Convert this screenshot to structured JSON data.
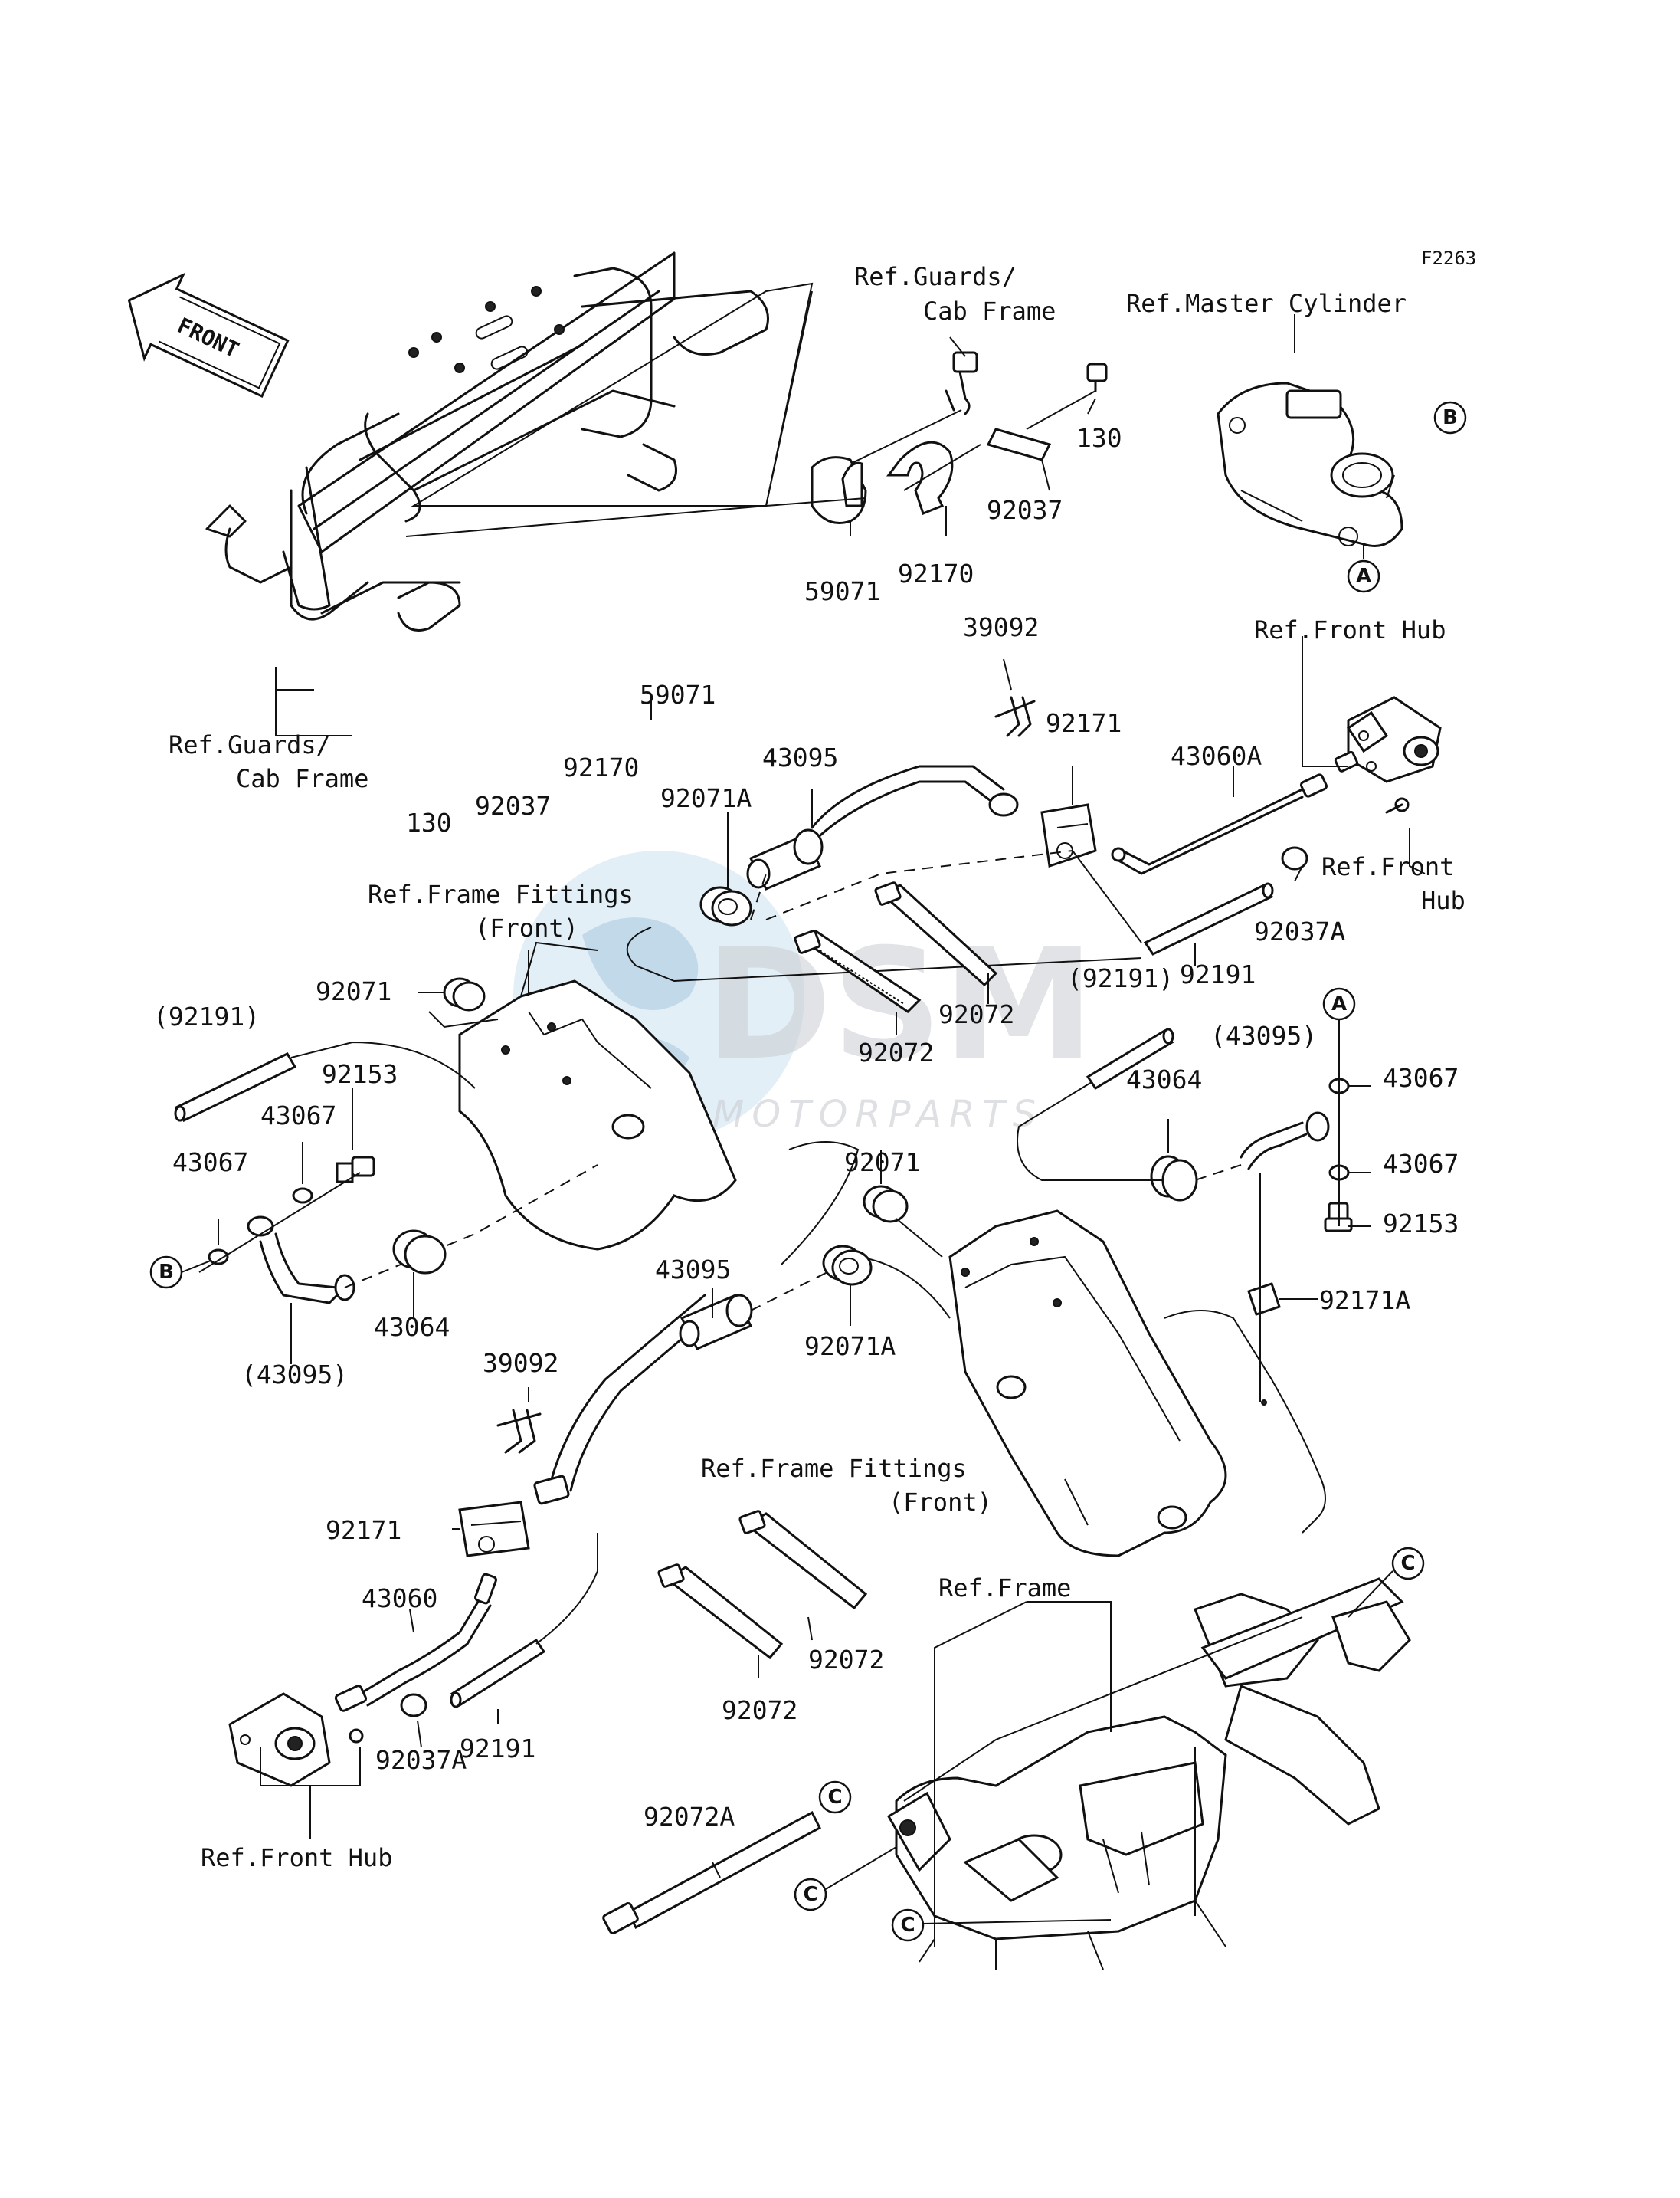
{
  "diagram_code": "F2263",
  "direction_arrow": "FRONT",
  "watermark": {
    "logo": "DSM",
    "subtitle": "MOTORPARTS"
  },
  "refs": {
    "guards_top": [
      "Ref.Guards/",
      "Cab Frame"
    ],
    "master_cylinder": "Ref.Master Cylinder",
    "front_hub_top": "Ref.Front Hub",
    "front_hub_right": [
      "Ref.Front",
      "Hub"
    ],
    "guards_left": [
      "Ref.Guards/",
      "Cab Frame"
    ],
    "frame_fittings_top": [
      "Ref.Frame Fittings",
      "(Front)"
    ],
    "frame_fittings_bottom": [
      "Ref.Frame Fittings",
      "(Front)"
    ],
    "frame": "Ref.Frame",
    "front_hub_bottom": "Ref.Front Hub"
  },
  "parts": {
    "p130_top": "130",
    "p92037_top": "92037",
    "p92170_top": "92170",
    "p59071_top": "59071",
    "p59071_mid": "59071",
    "p92170_mid": "92170",
    "p92037_mid": "92037",
    "p130_mid": "130",
    "p39092_top": "39092",
    "p92171_top": "92171",
    "p43060A": "43060A",
    "p43095_top": "43095",
    "p92071A_top": "92071A",
    "p92037A_right": "92037A",
    "p92191_right": "92191",
    "p92071_left": "92071",
    "p92072_a": "92072",
    "p92072_b": "92072",
    "p92191_paren_left": "(92191)",
    "p92153_left": "92153",
    "p43067_left_a": "43067",
    "p43067_left_b": "43067",
    "p43064_left": "43064",
    "p43095_paren_left": "(43095)",
    "p92191_paren_right": "(92191)",
    "p43095_paren_right": "(43095)",
    "p43064_right": "43064",
    "p43067_right_a": "43067",
    "p43067_right_b": "43067",
    "p92153_right": "92153",
    "p92171A": "92171A",
    "p92071_mid": "92071",
    "p43095_mid": "43095",
    "p92071A_mid": "92071A",
    "p39092_mid": "39092",
    "p92171_bottom": "92171",
    "p43060": "43060",
    "p92037A_bottom": "92037A",
    "p92191_bottom": "92191",
    "p92072_c": "92072",
    "p92072_d": "92072",
    "p92072A": "92072A"
  },
  "markers": {
    "A": "A",
    "B": "B",
    "C": "C"
  }
}
